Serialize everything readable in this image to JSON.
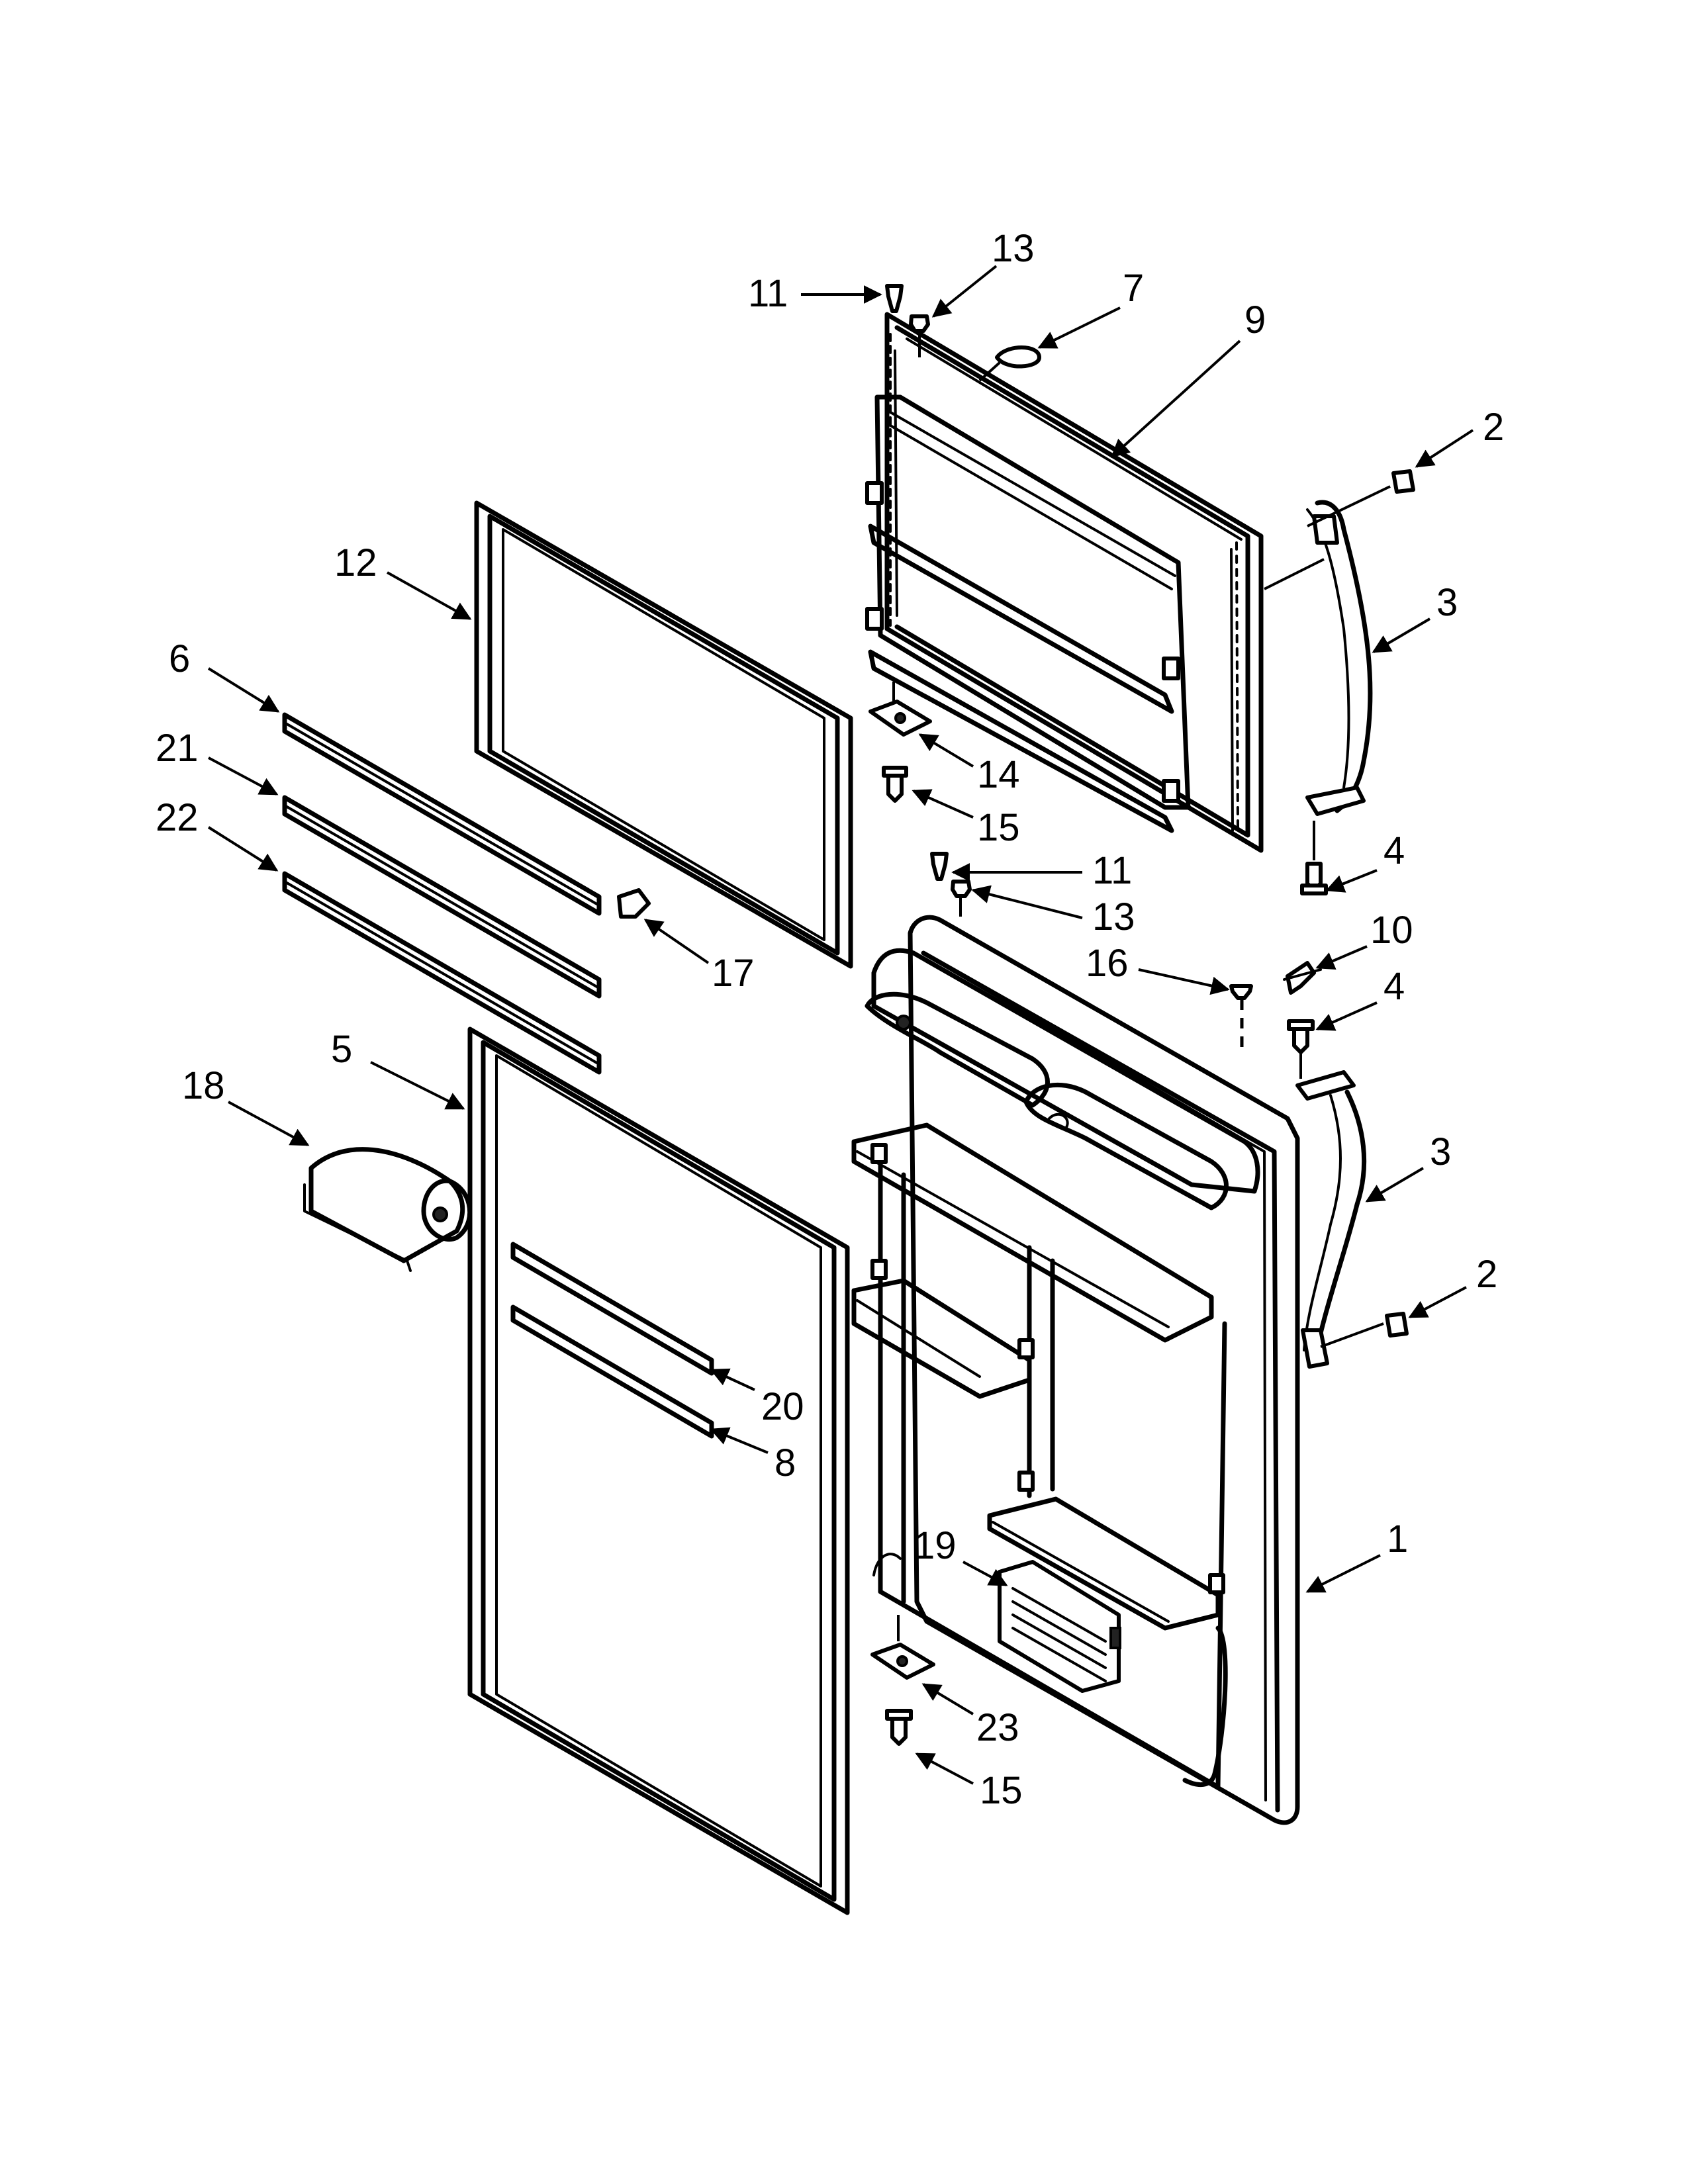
{
  "callouts": [
    {
      "id": "c11a",
      "label": "11"
    },
    {
      "id": "c13a",
      "label": "13"
    },
    {
      "id": "c7",
      "label": "7"
    },
    {
      "id": "c9",
      "label": "9"
    },
    {
      "id": "c2a",
      "label": "2"
    },
    {
      "id": "c3a",
      "label": "3"
    },
    {
      "id": "c12",
      "label": "12"
    },
    {
      "id": "c6",
      "label": "6"
    },
    {
      "id": "c21",
      "label": "21"
    },
    {
      "id": "c22",
      "label": "22"
    },
    {
      "id": "c14",
      "label": "14"
    },
    {
      "id": "c15a",
      "label": "15"
    },
    {
      "id": "c4a",
      "label": "4"
    },
    {
      "id": "c11b",
      "label": "11"
    },
    {
      "id": "c13b",
      "label": "13"
    },
    {
      "id": "c10",
      "label": "10"
    },
    {
      "id": "c17",
      "label": "17"
    },
    {
      "id": "c16",
      "label": "16"
    },
    {
      "id": "c4b",
      "label": "4"
    },
    {
      "id": "c5",
      "label": "5"
    },
    {
      "id": "c18",
      "label": "18"
    },
    {
      "id": "c3b",
      "label": "3"
    },
    {
      "id": "c2b",
      "label": "2"
    },
    {
      "id": "c20",
      "label": "20"
    },
    {
      "id": "c8",
      "label": "8"
    },
    {
      "id": "c1",
      "label": "1"
    },
    {
      "id": "c19",
      "label": "19"
    },
    {
      "id": "c23",
      "label": "23"
    },
    {
      "id": "c15b",
      "label": "15"
    }
  ]
}
